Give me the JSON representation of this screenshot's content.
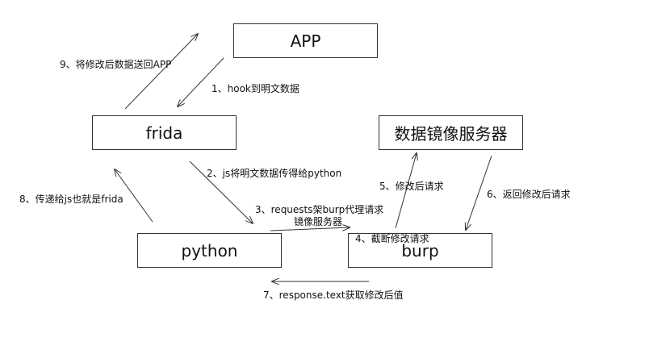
{
  "nodes": {
    "app": "APP",
    "frida": "frida",
    "mirror": "数据镜像服务器",
    "python": "python",
    "burp": "burp"
  },
  "edges": {
    "e1": "1、hook到明文数据",
    "e2": "2、js将明文数据传得给python",
    "e3_line1": "3、requests架burp代理请求",
    "e3_line2": "镜像服务器",
    "e4": "4、截断修改请求",
    "e5": "5、修改后请求",
    "e6": "6、返回修改后请求",
    "e7": "7、response.text获取修改后值",
    "e8": "8、传递给js也就是frida",
    "e9": "9、将修改后数据送回APP"
  },
  "colors": {
    "line": "#333333",
    "border": "#333333",
    "text": "#111111"
  }
}
